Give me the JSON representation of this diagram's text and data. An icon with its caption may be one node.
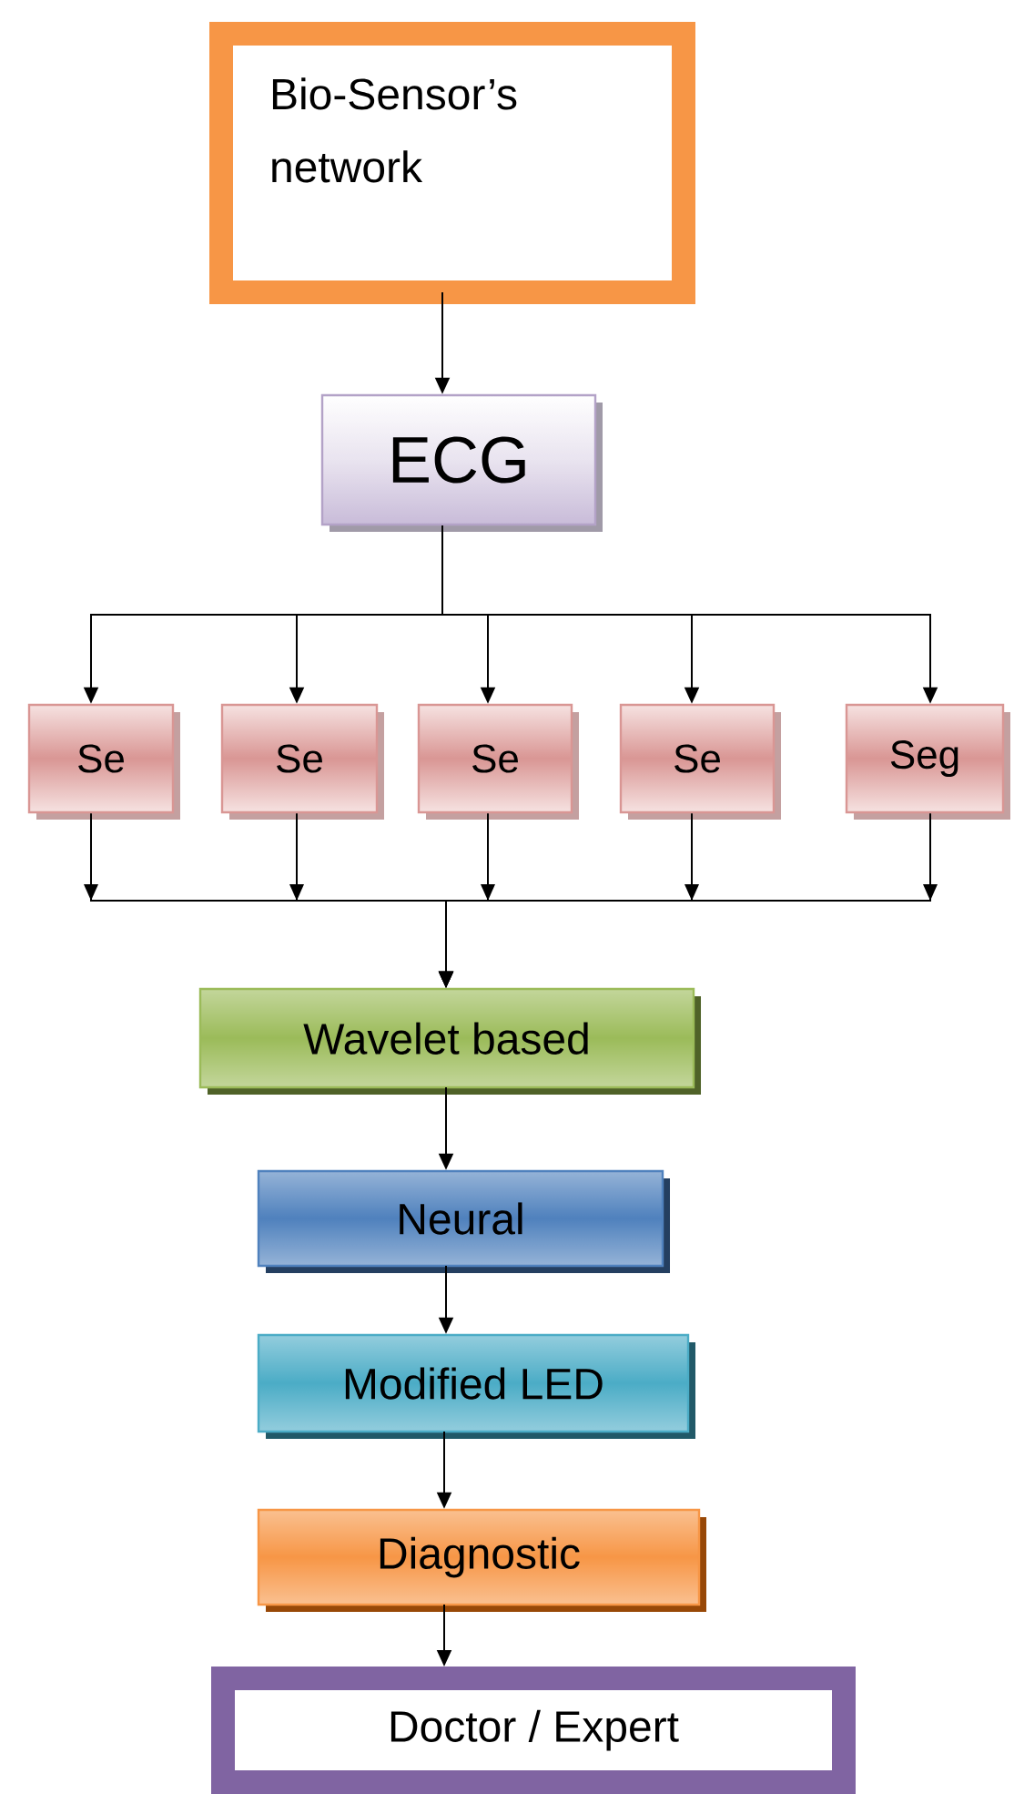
{
  "diagram": {
    "nodes": [
      {
        "text": [
          "Bio-Sensor’s network"
        ]
      },
      {
        "text": [
          "ECG"
        ]
      },
      {
        "text": [
          "Se"
        ]
      },
      {
        "text": [
          "Se"
        ]
      },
      {
        "text": [
          "Se"
        ]
      },
      {
        "text": [
          "Se"
        ]
      },
      {
        "text": [
          "Seg"
        ]
      },
      {
        "text": [
          "Wavelet based"
        ]
      },
      {
        "text": [
          "Neural"
        ]
      },
      {
        "text": [
          "Modified LED"
        ]
      },
      {
        "text": [
          "Diagnostic"
        ]
      },
      {
        "text": [
          "Doctor / Expert"
        ]
      }
    ],
    "edges": [
      {
        "from": 0,
        "to": 1,
        "arrow": "to"
      },
      {
        "from": 1,
        "to": 2,
        "arrow": "to"
      },
      {
        "from": 1,
        "to": 3,
        "arrow": "to"
      },
      {
        "from": 1,
        "to": 4,
        "arrow": "to"
      },
      {
        "from": 1,
        "to": 5,
        "arrow": "to"
      },
      {
        "from": 1,
        "to": 6,
        "arrow": "to"
      },
      {
        "from": 2,
        "to": 7,
        "arrow": "to"
      },
      {
        "from": 3,
        "to": 7,
        "arrow": "to"
      },
      {
        "from": 4,
        "to": 7,
        "arrow": "to"
      },
      {
        "from": 5,
        "to": 7,
        "arrow": "to"
      },
      {
        "from": 6,
        "to": 7,
        "arrow": "to"
      },
      {
        "from": 7,
        "to": 8,
        "arrow": "to"
      },
      {
        "from": 8,
        "to": 9,
        "arrow": "to"
      },
      {
        "from": 9,
        "to": 10,
        "arrow": "to"
      },
      {
        "from": 10,
        "to": 11,
        "arrow": "to"
      }
    ]
  }
}
